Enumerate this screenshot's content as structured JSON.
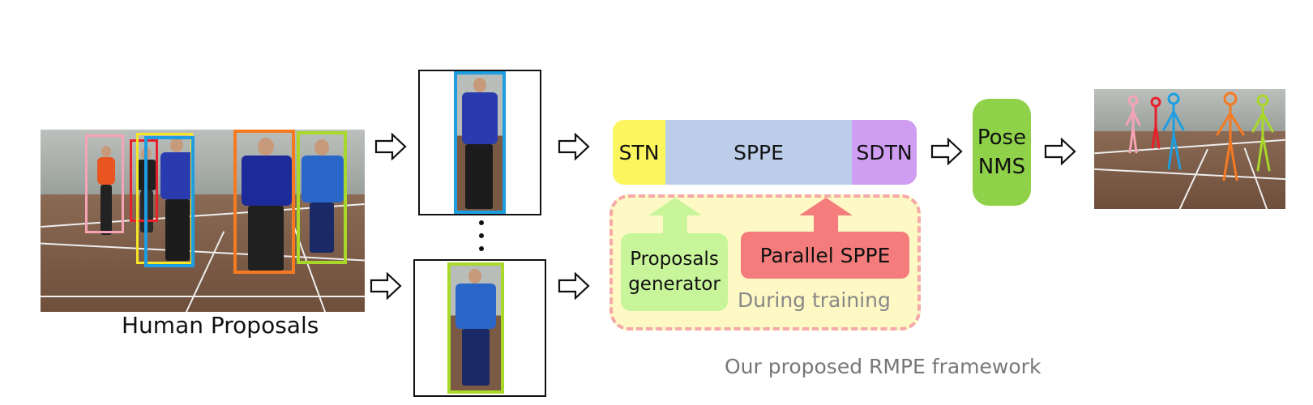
{
  "caption_left": "Human Proposals",
  "pipeline": {
    "stn": "STN",
    "sppe": "SPPE",
    "sdtn": "SDTN"
  },
  "training": {
    "proposals_generator": "Proposals\ngenerator",
    "parallel_sppe": "Parallel SPPE",
    "during_training": "During training"
  },
  "pose_nms": "Pose\nNMS",
  "framework_caption": "Our proposed RMPE framework",
  "colors": {
    "stn": "#fbf55e",
    "sppe": "#bccde9",
    "sdtn": "#cf9df2",
    "training_bg": "#fdf8c4",
    "training_border": "#f6a9a9",
    "proposals_generator": "#c8f59a",
    "parallel_sppe": "#f47c7c",
    "pose_nms": "#8fd24a",
    "box_pink": "#f5a3b5",
    "box_red": "#e8202a",
    "box_yellow": "#f5e62a",
    "box_blue": "#1e9ee0",
    "box_orange": "#f57a22",
    "box_green": "#a8d82a"
  },
  "icons": [
    "hollow-right-arrow-icon",
    "ellipsis-vertical-icon",
    "up-arrow-icon"
  ]
}
